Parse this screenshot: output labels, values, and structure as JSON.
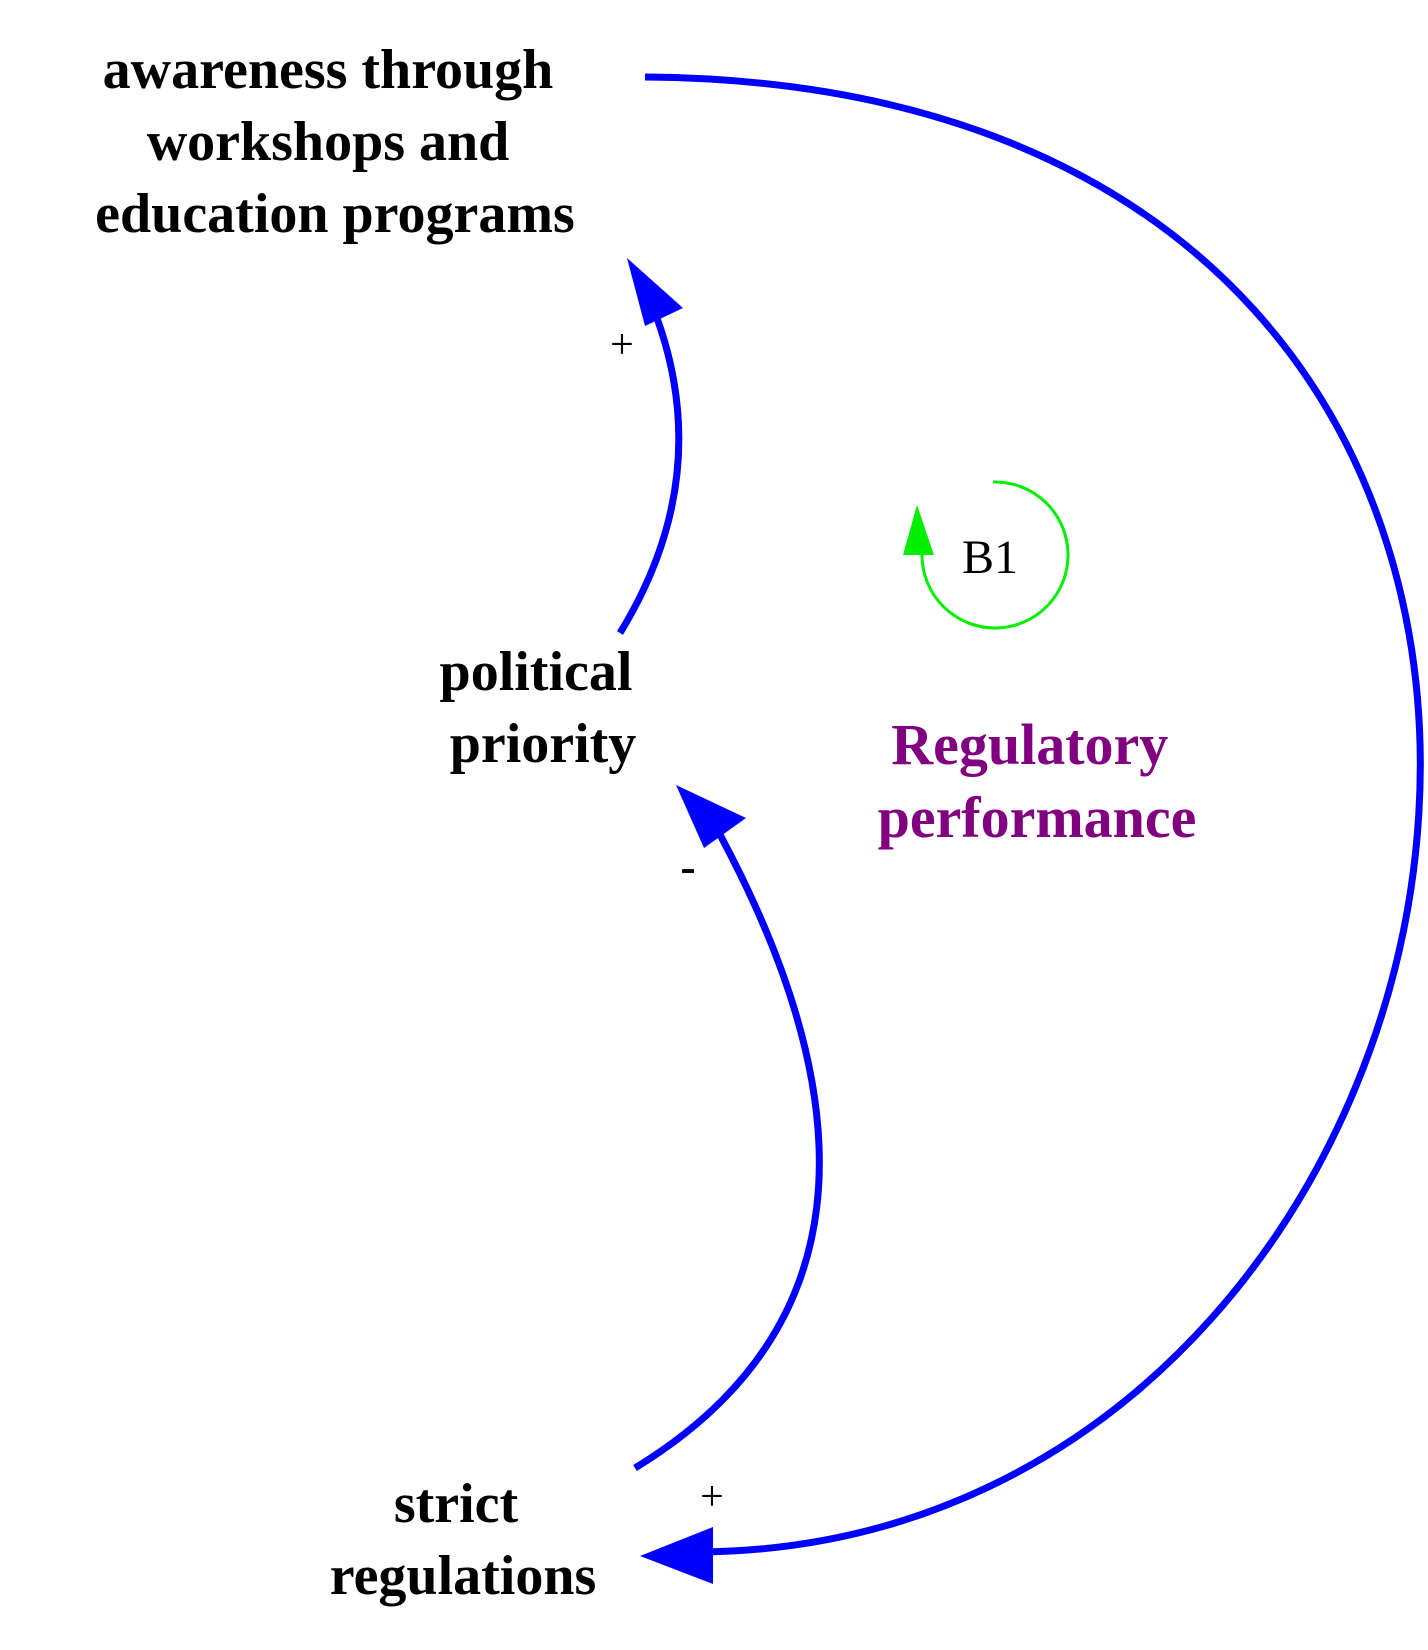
{
  "colors": {
    "link": "#0000ff",
    "node_text": "#000000",
    "loop_marker": "#00ee00",
    "loop_name": "#800080"
  },
  "nodes": {
    "awareness": {
      "lines": [
        "awareness through",
        "workshops and",
        "education programs"
      ]
    },
    "political_priority": {
      "lines": [
        "political",
        "priority"
      ]
    },
    "strict_regulations": {
      "lines": [
        "strict",
        "regulations"
      ]
    }
  },
  "links": {
    "political_to_awareness": {
      "polarity": "+"
    },
    "strict_to_political": {
      "polarity": "-"
    },
    "awareness_to_strict": {
      "polarity": "+"
    }
  },
  "loop": {
    "id": "B1",
    "name_lines": [
      "Regulatory",
      "performance"
    ]
  }
}
